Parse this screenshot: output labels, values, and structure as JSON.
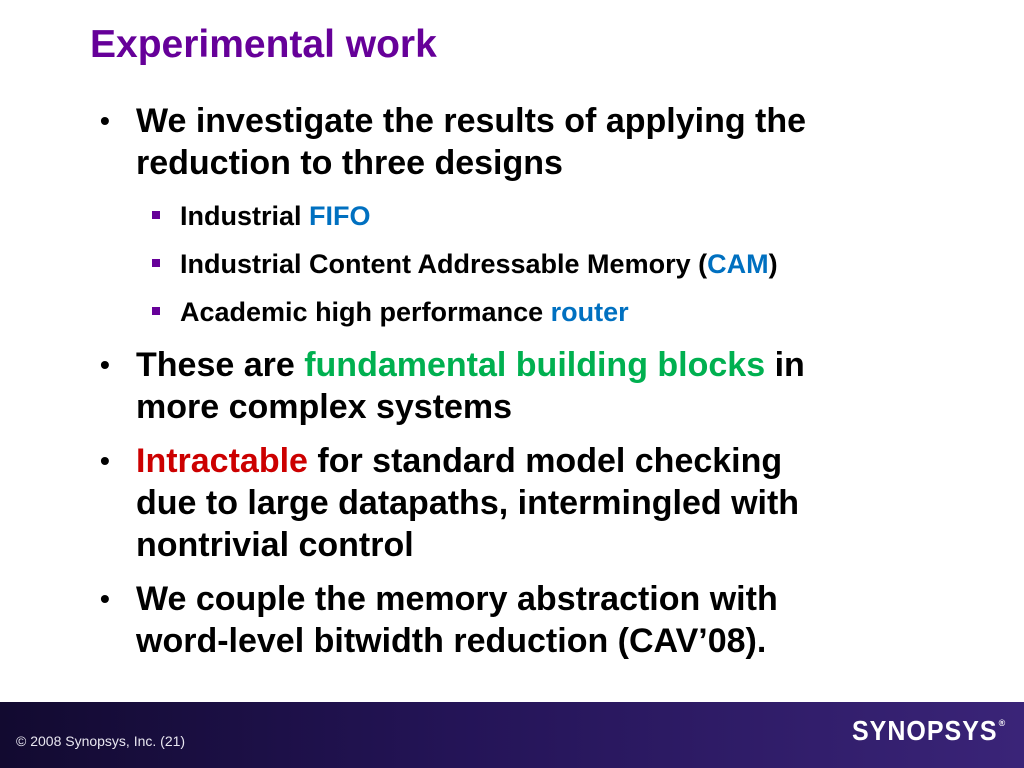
{
  "slide": {
    "title": "Experimental work",
    "bullet_marker": "•",
    "bullets": [
      {
        "line1": "We investigate the results of applying the",
        "line2": "reduction to three designs",
        "subbullets": [
          {
            "text": "Industrial ",
            "highlight": "FIFO",
            "suffix": ""
          },
          {
            "text": "Industrial Content Addressable Memory (",
            "highlight": "CAM",
            "suffix": ")"
          },
          {
            "text": "Academic high performance ",
            "highlight": "router",
            "suffix": ""
          }
        ]
      },
      {
        "pre": "These are ",
        "highlight": "fundamental building blocks",
        "post": " in",
        "line2": "more complex systems"
      },
      {
        "highlight": "Intractable",
        "post": " for standard model checking",
        "line2": "due to large datapaths, intermingled with",
        "line3": "nontrivial control"
      },
      {
        "line1": "We couple the memory abstraction with",
        "line2": "word-level bitwidth reduction (CAV’08)."
      }
    ]
  },
  "footer": {
    "copyright": "© 2008 Synopsys, Inc. (21)",
    "logo_text": "SYNOPSYS",
    "logo_reg": "®"
  },
  "colors": {
    "title": "#660099",
    "highlight_blue": "#0070c0",
    "highlight_green": "#00b050",
    "highlight_red": "#cc0000",
    "footer_band": "#241457"
  }
}
